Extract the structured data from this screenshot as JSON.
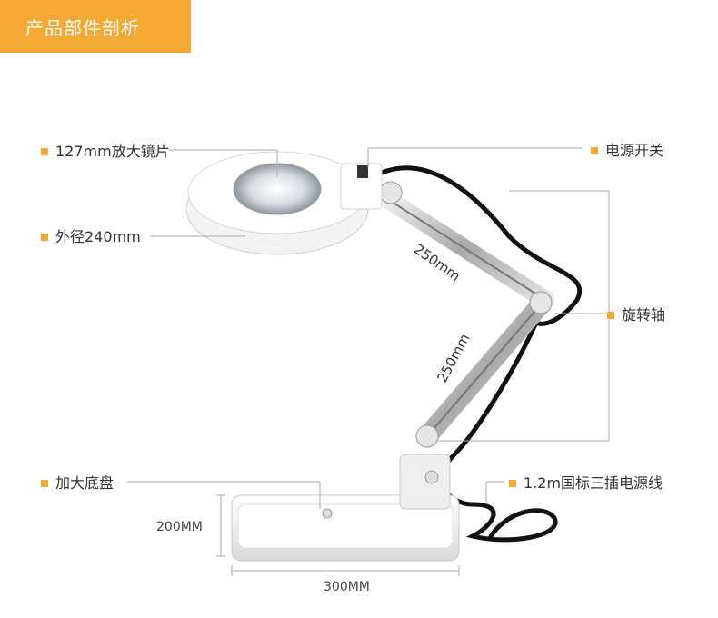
{
  "header": {
    "title": "产品部件剖析"
  },
  "callouts": {
    "lens": "127mm放大镜片",
    "outer_diameter": "外径240mm",
    "power_switch": "电源开关",
    "rotation_axis": "旋转轴",
    "base": "加大底盘",
    "power_cord": "1.2m国标三插电源线"
  },
  "dimensions": {
    "upper_arm": "250mm",
    "lower_arm": "250mm",
    "base_depth": "200MM",
    "base_width": "300MM"
  },
  "colors": {
    "accent": "#f4a935"
  }
}
